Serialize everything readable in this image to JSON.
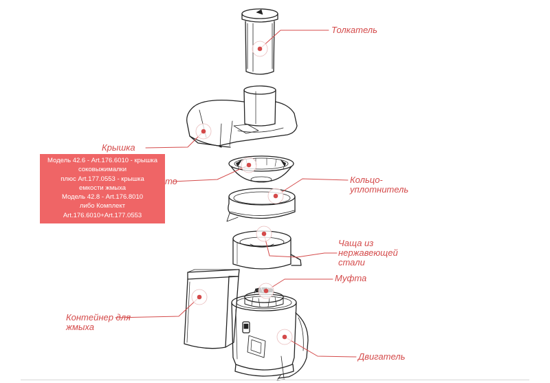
{
  "labels": {
    "pusher": "Толкатель",
    "lid": "Крышка",
    "sieve": "то",
    "ring": [
      "Кольцо-",
      "уплотнитель"
    ],
    "bowl": [
      "Чаща из",
      "нержавеющей",
      "стали"
    ],
    "coupling": "Муфта",
    "pulp_container": [
      "Контейнер для",
      "жмыха"
    ],
    "motor": "Двигатель"
  },
  "tooltip": {
    "lines": [
      "Модель 42.6 - Art.176.6010 - крышка",
      "соковыжималки",
      "плюс Art.177.0553 - крышка",
      "емкости жмыха",
      "Модель 42.8 - Art.176.8010",
      "либо Комплект",
      "Art.176.6010+Art.177.0553"
    ]
  },
  "colors": {
    "accent": "#d44a4a",
    "tooltip_bg": "#ef6566",
    "line_art": "#222222"
  }
}
